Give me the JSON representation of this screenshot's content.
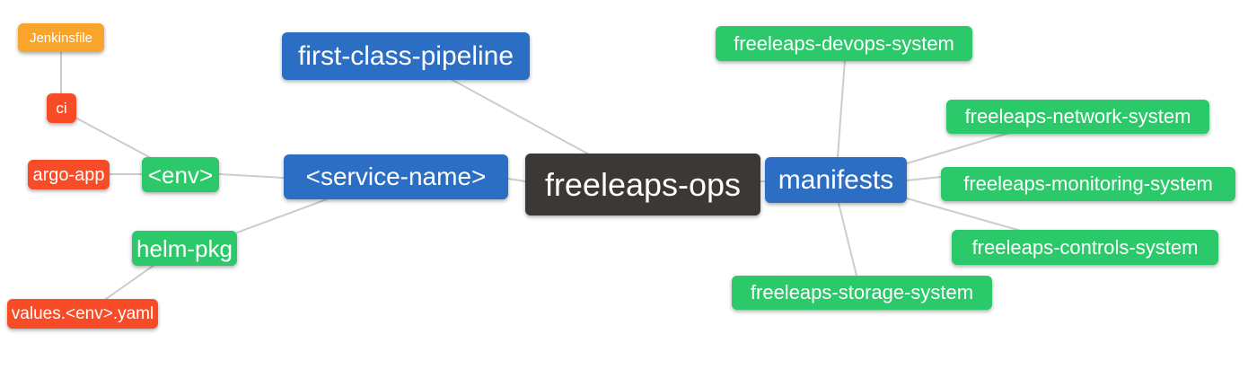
{
  "diagram": {
    "type": "mindmap",
    "root": "freeleaps-ops",
    "colors": {
      "blue": "#2b6ec3",
      "green": "#2cc96a",
      "red": "#f84b27",
      "orange": "#f9a42b",
      "dark": "#3b3835",
      "edge": "#cccccc",
      "background": "#ffffff",
      "text": "#ffffff"
    },
    "nodes": {
      "jenkinsfile": {
        "label": "Jenkinsfile",
        "color": "#f9a42b"
      },
      "ci": {
        "label": "ci",
        "color": "#f84b27"
      },
      "argo_app": {
        "label": "argo-app",
        "color": "#f84b27"
      },
      "env": {
        "label": "<env>",
        "color": "#2cc96a"
      },
      "helm_pkg": {
        "label": "helm-pkg",
        "color": "#2cc96a"
      },
      "values_env_yaml": {
        "label": "values.<env>.yaml",
        "color": "#f84b27"
      },
      "first_class_pipeline": {
        "label": "first-class-pipeline",
        "color": "#2b6ec3"
      },
      "service_name": {
        "label": "<service-name>",
        "color": "#2b6ec3"
      },
      "freeleaps_ops": {
        "label": "freeleaps-ops",
        "color": "#3b3835"
      },
      "manifests": {
        "label": "manifests",
        "color": "#2b6ec3"
      },
      "devops_system": {
        "label": "freeleaps-devops-system",
        "color": "#2cc96a"
      },
      "network_system": {
        "label": "freeleaps-network-system",
        "color": "#2cc96a"
      },
      "monitoring_system": {
        "label": "freeleaps-monitoring-system",
        "color": "#2cc96a"
      },
      "controls_system": {
        "label": "freeleaps-controls-system",
        "color": "#2cc96a"
      },
      "storage_system": {
        "label": "freeleaps-storage-system",
        "color": "#2cc96a"
      }
    },
    "edges": [
      [
        "jenkinsfile",
        "ci"
      ],
      [
        "ci",
        "env"
      ],
      [
        "argo_app",
        "env"
      ],
      [
        "env",
        "service_name"
      ],
      [
        "helm_pkg",
        "service_name"
      ],
      [
        "values_env_yaml",
        "helm_pkg"
      ],
      [
        "service_name",
        "freeleaps_ops"
      ],
      [
        "first_class_pipeline",
        "freeleaps_ops"
      ],
      [
        "freeleaps_ops",
        "manifests"
      ],
      [
        "manifests",
        "devops_system"
      ],
      [
        "manifests",
        "network_system"
      ],
      [
        "manifests",
        "monitoring_system"
      ],
      [
        "manifests",
        "controls_system"
      ],
      [
        "manifests",
        "storage_system"
      ]
    ]
  }
}
